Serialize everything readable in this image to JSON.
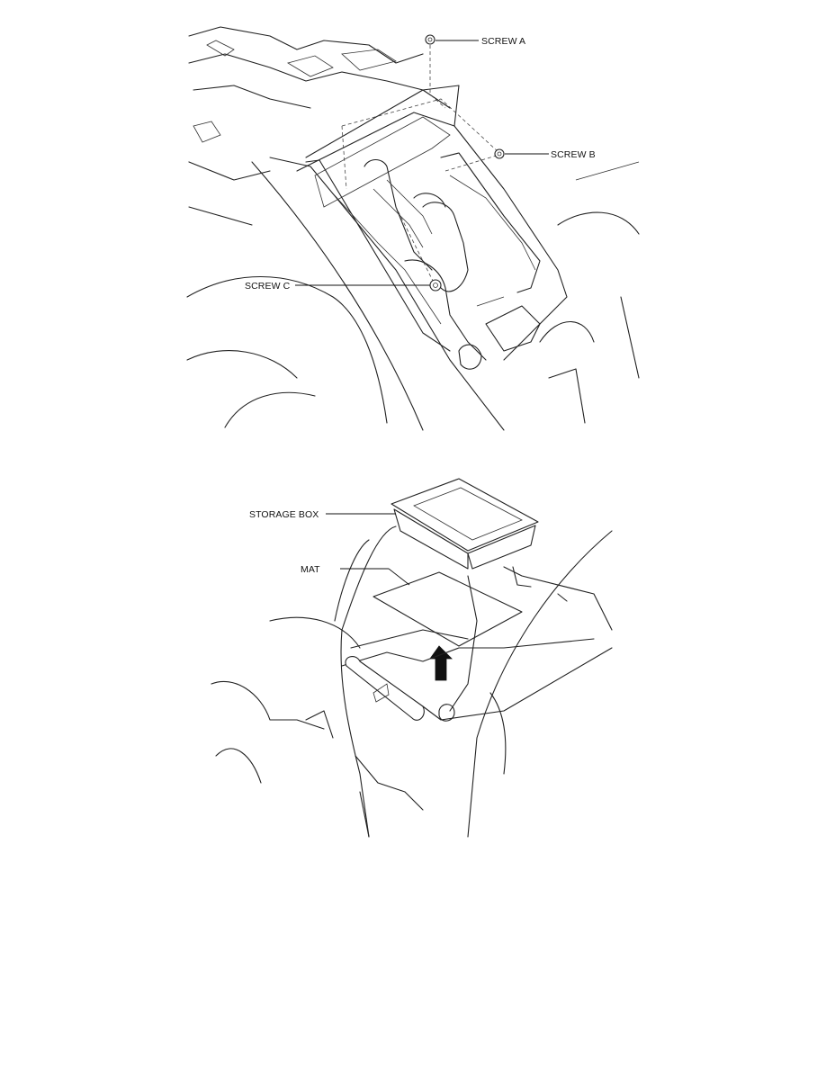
{
  "diagram_top": {
    "labels": {
      "screw_a": "SCREW A",
      "screw_b": "SCREW B",
      "screw_c": "SCREW C"
    }
  },
  "diagram_bottom": {
    "labels": {
      "storage_box": "STORAGE BOX",
      "mat": "MAT"
    }
  }
}
